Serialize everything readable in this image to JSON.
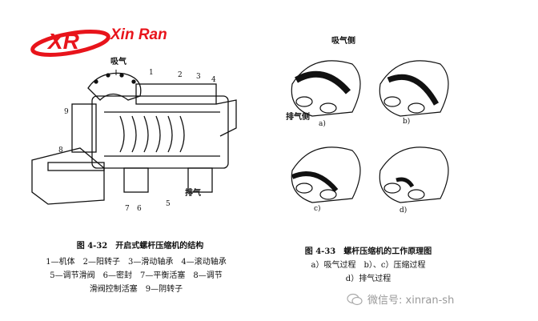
{
  "logo": {
    "mark": "XR",
    "name": "Xin Ran",
    "color": "#e8141b"
  },
  "figure_left": {
    "labels": {
      "intake": "吸气",
      "exhaust": "排气"
    },
    "callouts": [
      "1",
      "2",
      "3",
      "4",
      "5",
      "6",
      "7",
      "8",
      "9"
    ],
    "caption_title": "图 4-32　开启式螺杆压缩机的结构",
    "legend_lines": [
      "1—机体　2—阳转子　3—滑动轴承　4—滚动轴承",
      "5—调节滑阀　6—密封　7—平衡活塞　8—调节",
      "滑阀控制活塞　9—阴转子"
    ]
  },
  "figure_right": {
    "labels": {
      "suction_side": "吸气侧",
      "discharge_side": "排气侧"
    },
    "panels": [
      "a)",
      "b)",
      "c)",
      "d)"
    ],
    "caption_title": "图 4-33　螺杆压缩机的工作原理图",
    "legend_lines": [
      "a）吸气过程　b）、c）压缩过程",
      "d）排气过程"
    ]
  },
  "watermark": {
    "text": "微信号: xinran-sh",
    "icon": "wechat-icon"
  }
}
